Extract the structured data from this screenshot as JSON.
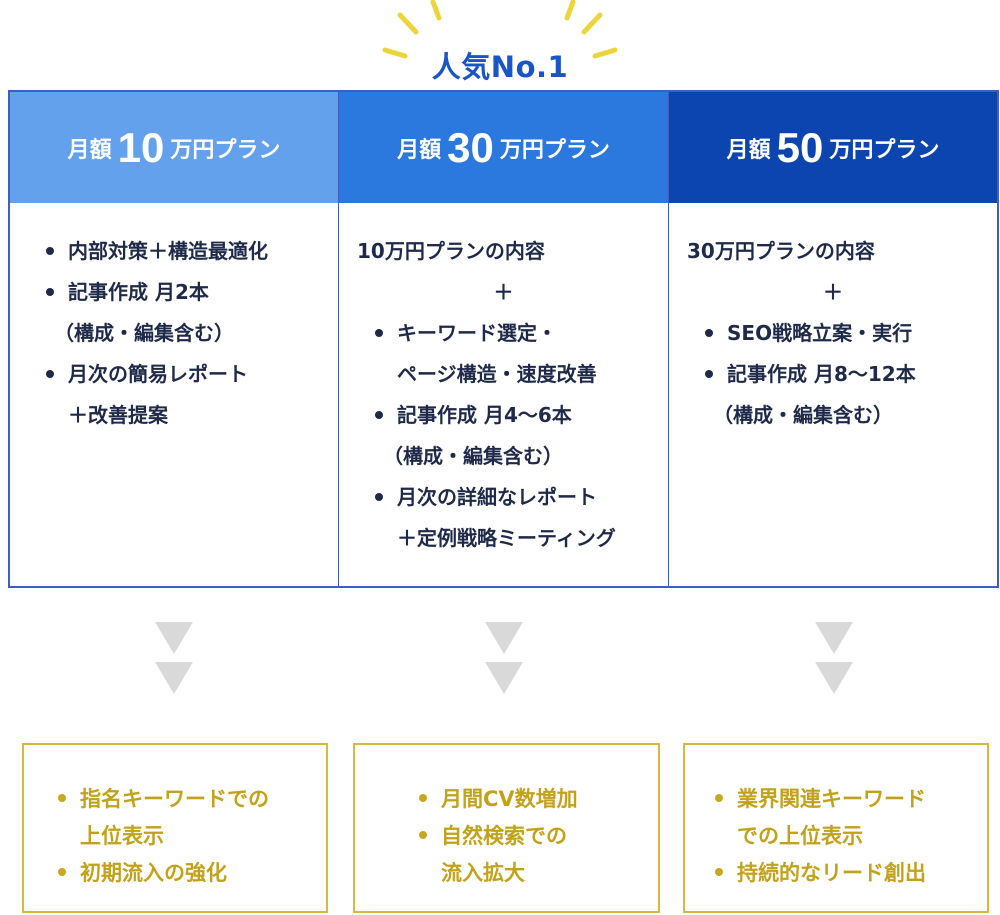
{
  "popular": {
    "label": "人気No.1",
    "color": "#1a55c7",
    "ray_color": "#ecd53a"
  },
  "plans": [
    {
      "prefix": "月額",
      "amount": "10",
      "suffix": "万円プラン",
      "header_color": "#64a1ed",
      "lines": [
        {
          "kind": "bullet",
          "text": "内部対策＋構造最適化"
        },
        {
          "kind": "bullet",
          "text": "記事作成 月2本"
        },
        {
          "kind": "cont",
          "text": "（構成・編集含む）"
        },
        {
          "kind": "bullet",
          "text": "月次の簡易レポート"
        },
        {
          "kind": "cont",
          "text": "＋改善提案"
        }
      ]
    },
    {
      "prefix": "月額",
      "amount": "30",
      "suffix": "万円プラン",
      "header_color": "#2b79de",
      "lines": [
        {
          "kind": "text",
          "text": "10万円プランの内容"
        },
        {
          "kind": "plus",
          "text": "＋"
        },
        {
          "kind": "bullet",
          "text": "キーワード選定・"
        },
        {
          "kind": "cont",
          "text": "ページ構造・速度改善"
        },
        {
          "kind": "bullet",
          "text": "記事作成 月4〜6本"
        },
        {
          "kind": "cont",
          "text": "（構成・編集含む）"
        },
        {
          "kind": "bullet",
          "text": "月次の詳細なレポート"
        },
        {
          "kind": "cont",
          "text": "＋定例戦略ミーティング"
        }
      ]
    },
    {
      "prefix": "月額",
      "amount": "50",
      "suffix": "万円プラン",
      "header_color": "#0d45b0",
      "lines": [
        {
          "kind": "text",
          "text": "30万円プランの内容"
        },
        {
          "kind": "plus",
          "text": "＋"
        },
        {
          "kind": "bullet",
          "text": "SEO戦略立案・実行"
        },
        {
          "kind": "bullet",
          "text": "記事作成 月8〜12本"
        },
        {
          "kind": "cont",
          "text": "（構成・編集含む）"
        }
      ]
    }
  ],
  "results": [
    {
      "lines": [
        {
          "kind": "bullet",
          "text": "指名キーワードでの"
        },
        {
          "kind": "cont",
          "text": "上位表示"
        },
        {
          "kind": "bullet",
          "text": "初期流入の強化"
        }
      ]
    },
    {
      "lines": [
        {
          "kind": "bullet",
          "text": "月間CV数増加"
        },
        {
          "kind": "bullet",
          "text": "自然検索での"
        },
        {
          "kind": "cont",
          "text": "流入拡大"
        }
      ]
    },
    {
      "lines": [
        {
          "kind": "bullet",
          "text": "業界関連キーワード"
        },
        {
          "kind": "cont",
          "text": "での上位表示"
        },
        {
          "kind": "bullet",
          "text": "持続的なリード創出"
        }
      ]
    }
  ]
}
